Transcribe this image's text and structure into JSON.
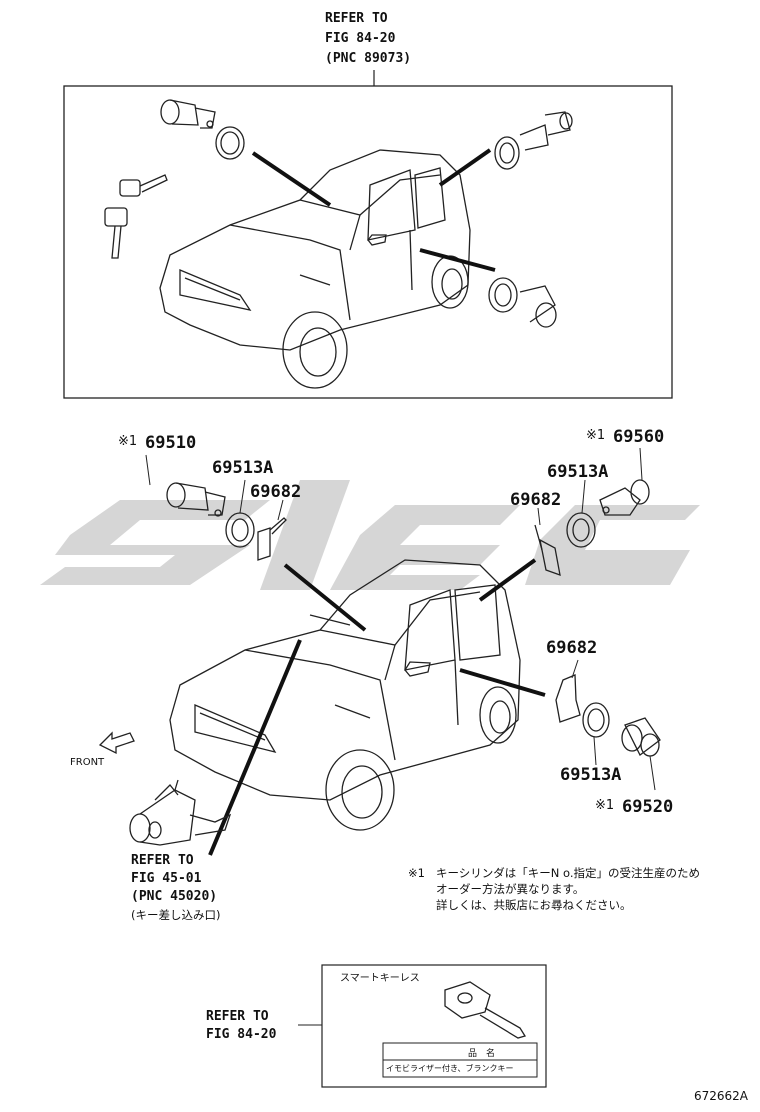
{
  "top_refer": {
    "line1": "REFER TO",
    "line2": "FIG 84-20",
    "line3": "(PNC 89073)"
  },
  "callouts": {
    "p69510": "69510",
    "p69513a_left": "69513A",
    "p69682_left": "69682",
    "p69560": "69560",
    "p69513a_right": "69513A",
    "p69682_right": "69682",
    "p69682_lower": "69682",
    "p69513a_lower": "69513A",
    "p69520": "69520",
    "note_mark": "※1"
  },
  "front_label": "FRONT",
  "bottom_refer": {
    "line1": "REFER TO",
    "line2": "FIG 45-01",
    "line3": "(PNC 45020)",
    "line4": "(キー差し込み口)"
  },
  "note": {
    "mark": "※1",
    "line1": "キーシリンダは「キーN o.指定」の受注生産のため",
    "line2": "オーダー方法が異なります。",
    "line3": "詳しくは、共販店にお尋ねください。"
  },
  "smart_refer": {
    "line1": "REFER TO",
    "line2": "FIG 84-20"
  },
  "smart_box": {
    "title": "スマートキーレス",
    "table_header": "品　名",
    "table_row": "イモビライザー付き、ブランクキー"
  },
  "figure_id": "672662A",
  "watermark_color": "#d6d6d6"
}
